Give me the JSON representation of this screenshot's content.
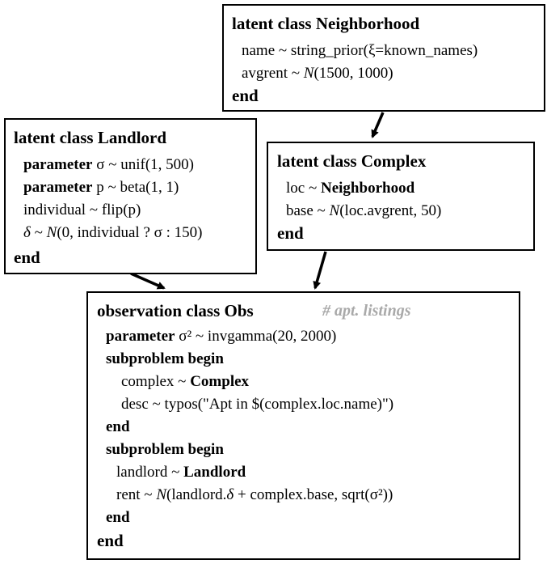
{
  "neighborhood": {
    "kw": "latent class",
    "name": "Neighborhood",
    "line1": "name ~ string_prior(ξ=known_names)",
    "line2_pre": "avgrent ~ ",
    "line2_N": "N",
    "line2_post": "(1500, 1000)",
    "end": "end"
  },
  "landlord": {
    "kw": "latent class",
    "name": "Landlord",
    "l1_kw": "parameter",
    "l1_rest": " σ ~ unif(1, 500)",
    "l2_kw": "parameter",
    "l2_rest": " p ~ beta(1, 1)",
    "l3": "individual ~ flip(p)",
    "l4_delta": "δ",
    "l4_mid": " ~ ",
    "l4_N": "N",
    "l4_post": "(0, individual ? σ : 150)",
    "end": "end"
  },
  "complex": {
    "kw": "latent class",
    "name": "Complex",
    "l1_pre": "loc ~ ",
    "l1_type": "Neighborhood",
    "l2_pre": "base ~ ",
    "l2_N": "N",
    "l2_post": "(loc.avgrent, 50)",
    "end": "end"
  },
  "obs": {
    "kw": "observation class",
    "name": "Obs",
    "comment": "# apt. listings",
    "p_kw": "parameter",
    "p_rest": " σ² ~ invgamma(20, 2000)",
    "sub1": "subproblem begin",
    "s1_l1_pre": "complex ~ ",
    "s1_l1_type": "Complex",
    "s1_l2": "desc ~ typos(\"Apt in $(complex.loc.name)\")",
    "end1": "end",
    "sub2": "subproblem begin",
    "s2_l1_pre": "landlord ~ ",
    "s2_l1_type": "Landlord",
    "s2_l2_pre": "rent ~ ",
    "s2_l2_N": "N",
    "s2_l2_mid": "(landlord.",
    "s2_l2_delta": "δ",
    "s2_l2_post": " + complex.base, sqrt(σ²))",
    "end2": "end",
    "end": "end"
  }
}
